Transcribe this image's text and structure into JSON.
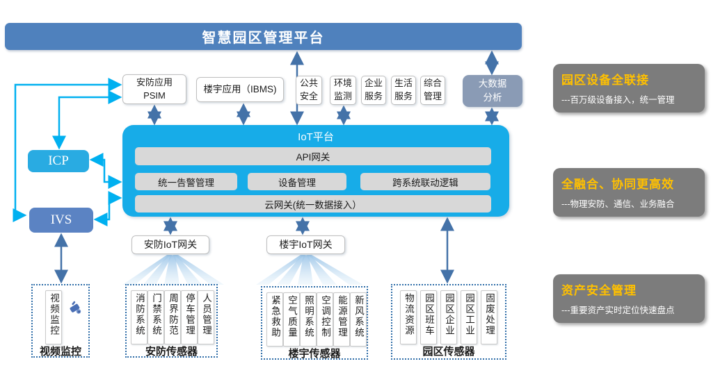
{
  "banner": {
    "title": "智慧园区管理平台"
  },
  "apps": {
    "psim": "安防应用\nPSIM",
    "ibms": "楼宇应用（IBMS)",
    "services": [
      "公共\n安全",
      "环境\n监测",
      "企业\n服务",
      "生活\n服务",
      "综合\n管理"
    ],
    "bigdata": "大数据\n分析"
  },
  "iot": {
    "title": "IoT平台",
    "api_gateway": "API网关",
    "modules": [
      "统一告警管理",
      "设备管理",
      "跨系统联动逻辑"
    ],
    "cloud_gateway": "云网关(统一数据接入）"
  },
  "left_nodes": {
    "icp": "ICP",
    "ivs": "IVS"
  },
  "gateways": {
    "security": "安防IoT网关",
    "building": "楼宇IoT网关"
  },
  "sensor_groups": {
    "video": {
      "items": [
        "视频监控"
      ],
      "label": "视频监控"
    },
    "security": {
      "items": [
        "消防系统",
        "门禁系统",
        "周界防范",
        "停车管理",
        "人员管理"
      ],
      "label": "安防传感器"
    },
    "building": {
      "items": [
        "紧急救助",
        "空气质量",
        "照明系统",
        "空调控制",
        "能源管理",
        "新风系统"
      ],
      "label": "楼宇传感器"
    },
    "park": {
      "items": [
        "物流资源",
        "园区班车",
        "园区企业",
        "园区工业",
        "固废处理"
      ],
      "label": "园区传感器"
    }
  },
  "right_panels": [
    {
      "title": "园区设备全联接",
      "desc": "---百万级设备接入，统一管理"
    },
    {
      "title": "全融合、协同更高效",
      "desc": "---物理安防、通信、业务融合"
    },
    {
      "title": "资产安全管理",
      "desc": "---重要资产实时定位快速盘点"
    }
  ],
  "colors": {
    "banner_blue": "#4F81BD",
    "iot_blue": "#17ACE8",
    "icp_blue": "#29ABE2",
    "ivs_blue": "#5B83C3",
    "bigdata_slate": "#8A9BB5",
    "module_gray": "#D8D8D8",
    "panel_gray": "#7C7C7C",
    "panel_title_orange": "#FFC000",
    "connector_cyan": "#00B0F0",
    "connector_blue": "#4472A8"
  }
}
